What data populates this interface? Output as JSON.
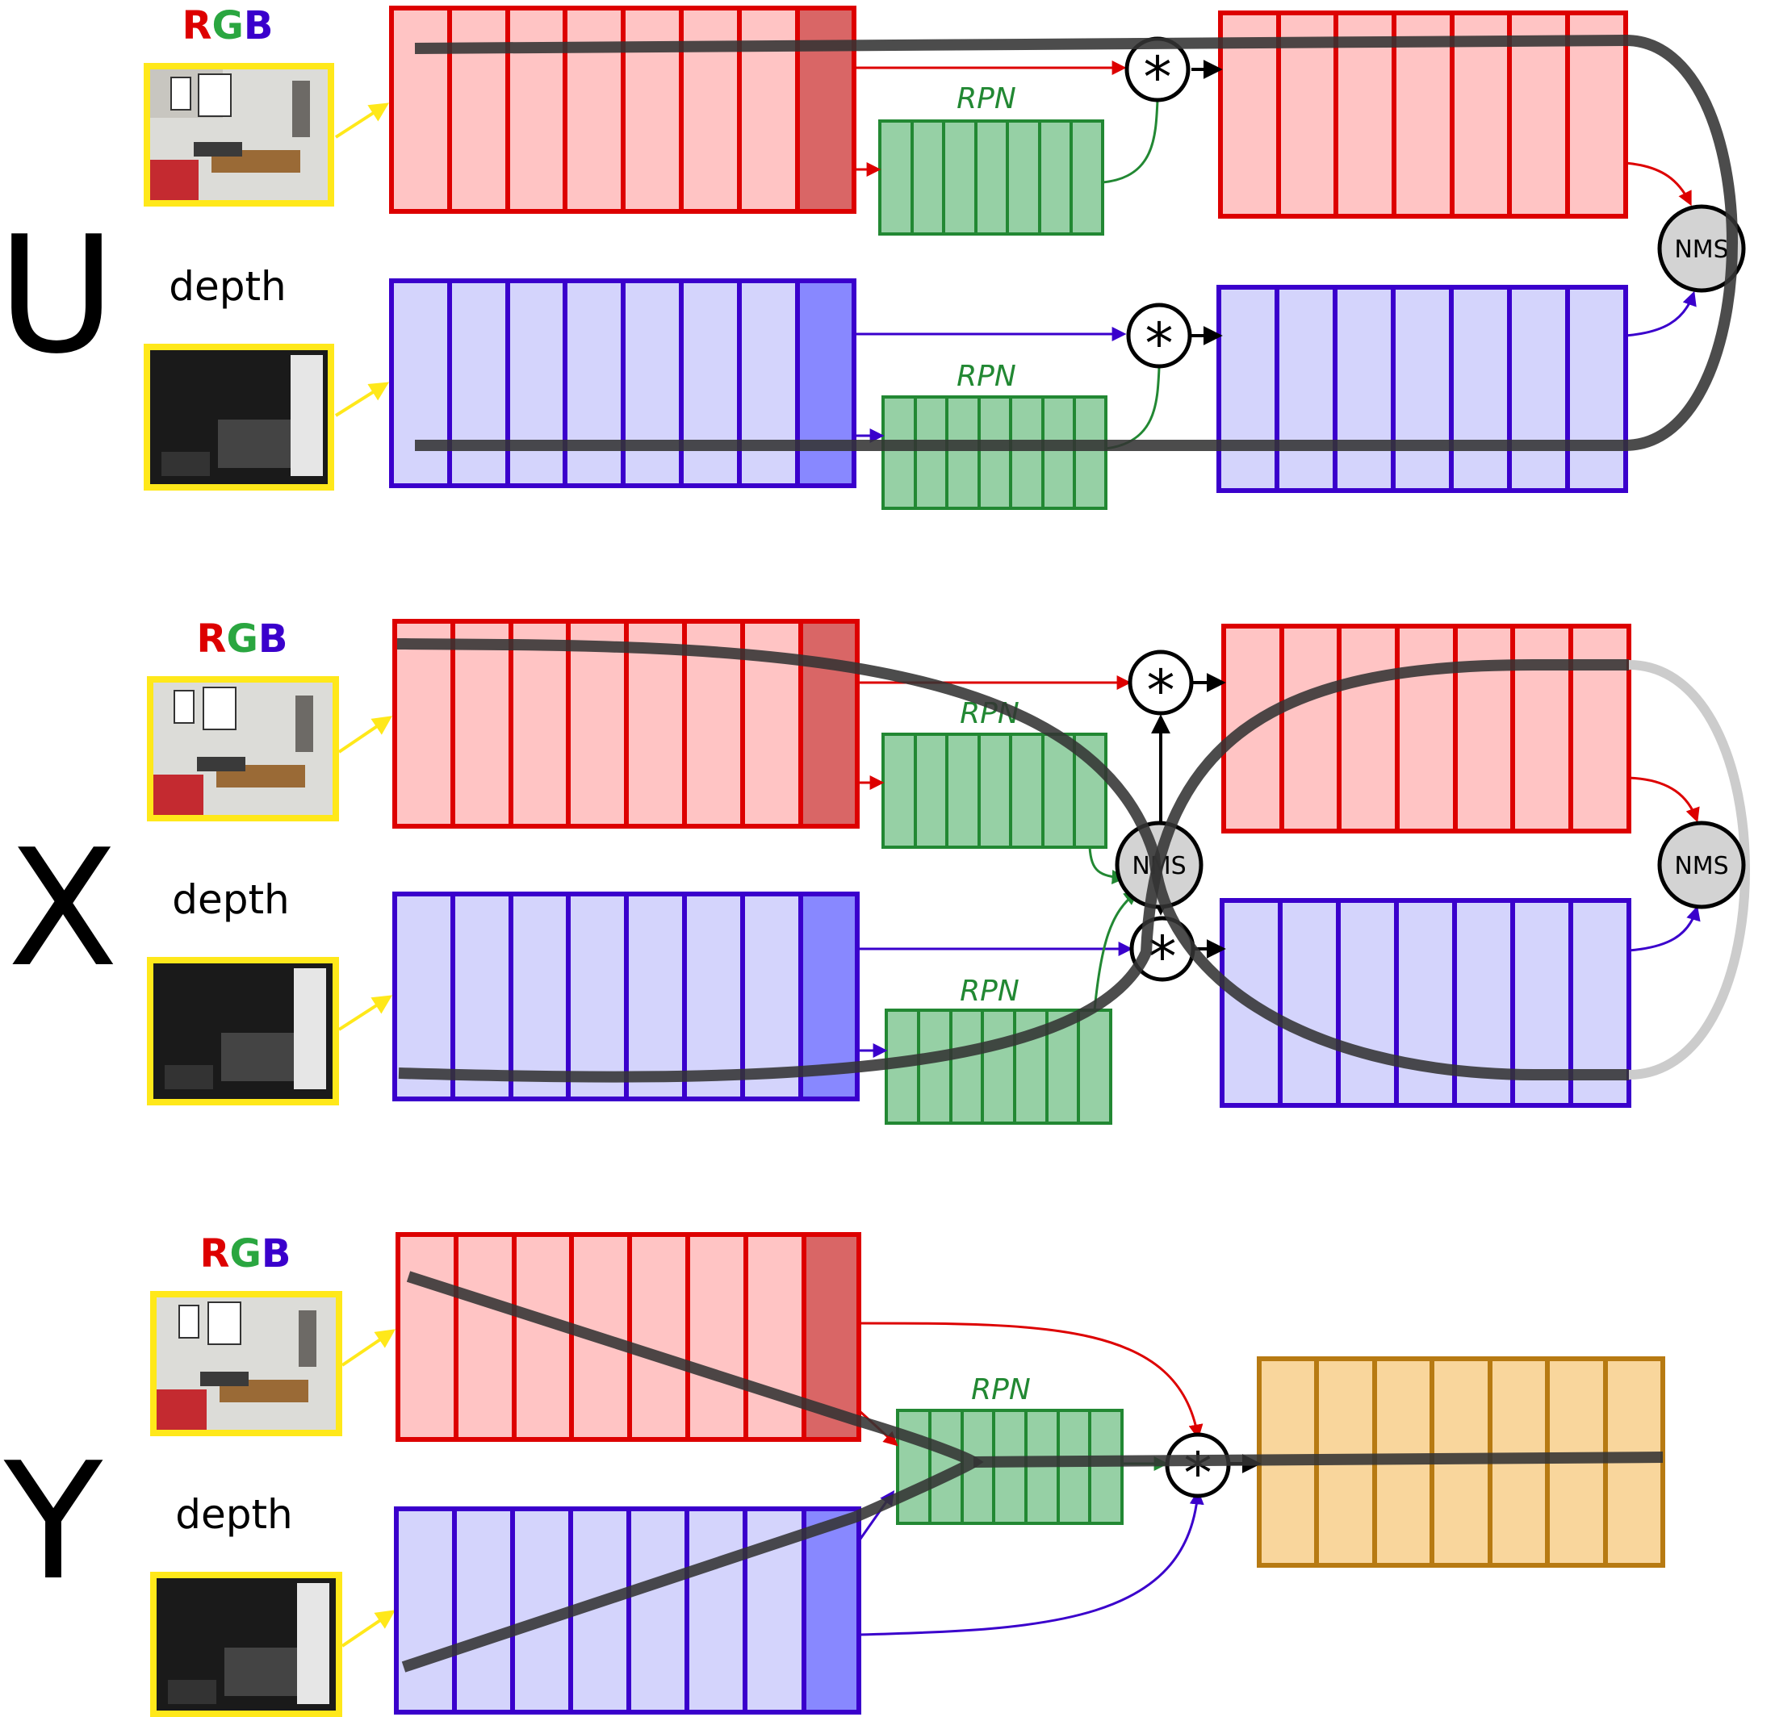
{
  "colors": {
    "rgb_red": "#dd0000",
    "rgb_fill": "#ffc4c4",
    "rgb_dark": "#d96666",
    "depth_blue": "#3a00cc",
    "depth_fill": "#d4d4fc",
    "depth_dark": "#8888ff",
    "rpn_green": "#228833",
    "rpn_fill": "#96d0a5",
    "fused_brown": "#b77a12",
    "fused_fill": "#f9d69c",
    "image_border": "#ffe81a",
    "path_dark": "#333333",
    "path_light": "#cccccc",
    "nms_fill": "#d3d3d3"
  },
  "labels": {
    "rgb_r": "R",
    "rgb_g": "G",
    "rgb_b": "B",
    "depth": "depth",
    "rpn": "RPN",
    "nms": "NMS",
    "multiply": "*"
  },
  "panels": [
    {
      "letter": "U",
      "icons": [
        "rgb-photo-icon",
        "depth-map-icon"
      ]
    },
    {
      "letter": "X",
      "icons": [
        "rgb-photo-icon",
        "depth-map-icon"
      ]
    },
    {
      "letter": "Y",
      "icons": [
        "rgb-photo-icon",
        "depth-map-icon"
      ]
    }
  ]
}
